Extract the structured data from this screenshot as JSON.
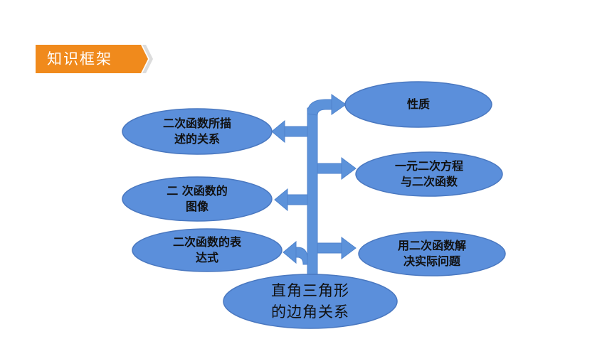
{
  "header": {
    "title": "知识框架"
  },
  "diagram": {
    "root": "直角三角形\n的边角关系",
    "left_nodes": [
      "二次函数所描\n述的关系",
      "二 次函数的\n图像",
      "二次函数的表\n达式"
    ],
    "right_nodes": [
      "性质",
      "一元二次方程\n与二次函数",
      "用二次函数解\n决实际问题"
    ]
  },
  "colors": {
    "header_orange": "#F08A1C",
    "node_fill": "#5B8FDB",
    "node_stroke": "#4A78C0",
    "connector": "#5C92DA"
  }
}
